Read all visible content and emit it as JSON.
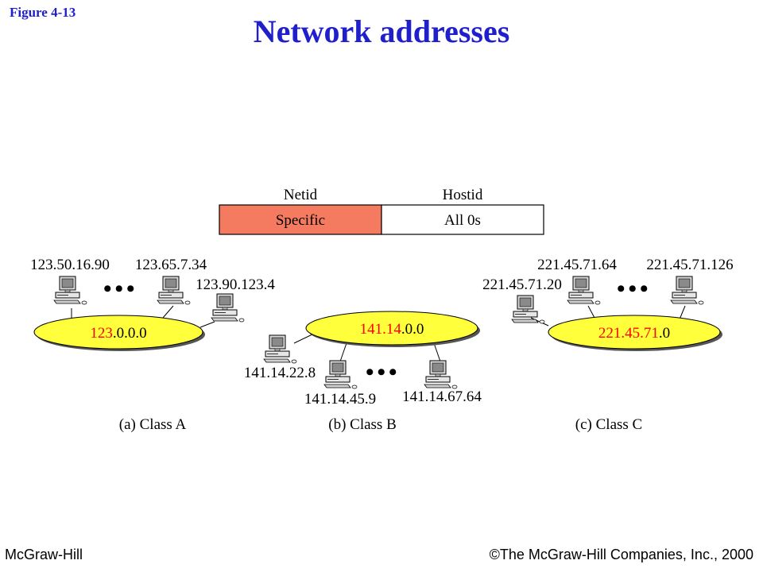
{
  "figure_label": "Figure  4-13",
  "title": "Network addresses",
  "footer": {
    "left": "McGraw-Hill",
    "right": "©The McGraw-Hill Companies, Inc., 2000"
  },
  "address_format": {
    "netid_header": "Netid",
    "hostid_header": "Hostid",
    "netid_value": "Specific",
    "hostid_value": "All 0s"
  },
  "ellipsis": "•••",
  "colors": {
    "title": "#1f1fcc",
    "netid_fill": "#f47b5f",
    "network_fill": "#ffff3c",
    "netid_text": "#ff0000"
  },
  "networks": {
    "class_a": {
      "caption": "(a) Class A",
      "net_red": "123",
      "net_rest": ".0.0.0",
      "hosts": [
        "123.50.16.90",
        "123.65.7.34",
        "123.90.123.4"
      ]
    },
    "class_b": {
      "caption": "(b) Class B",
      "net_red": "141.14",
      "net_rest": ".0.0",
      "hosts": [
        "141.14.22.8",
        "141.14.45.9",
        "141.14.67.64"
      ]
    },
    "class_c": {
      "caption": "(c) Class C",
      "net_red": "221.45.71",
      "net_rest": ".0",
      "hosts": [
        "221.45.71.20",
        "221.45.71.64",
        "221.45.71.126"
      ]
    }
  }
}
